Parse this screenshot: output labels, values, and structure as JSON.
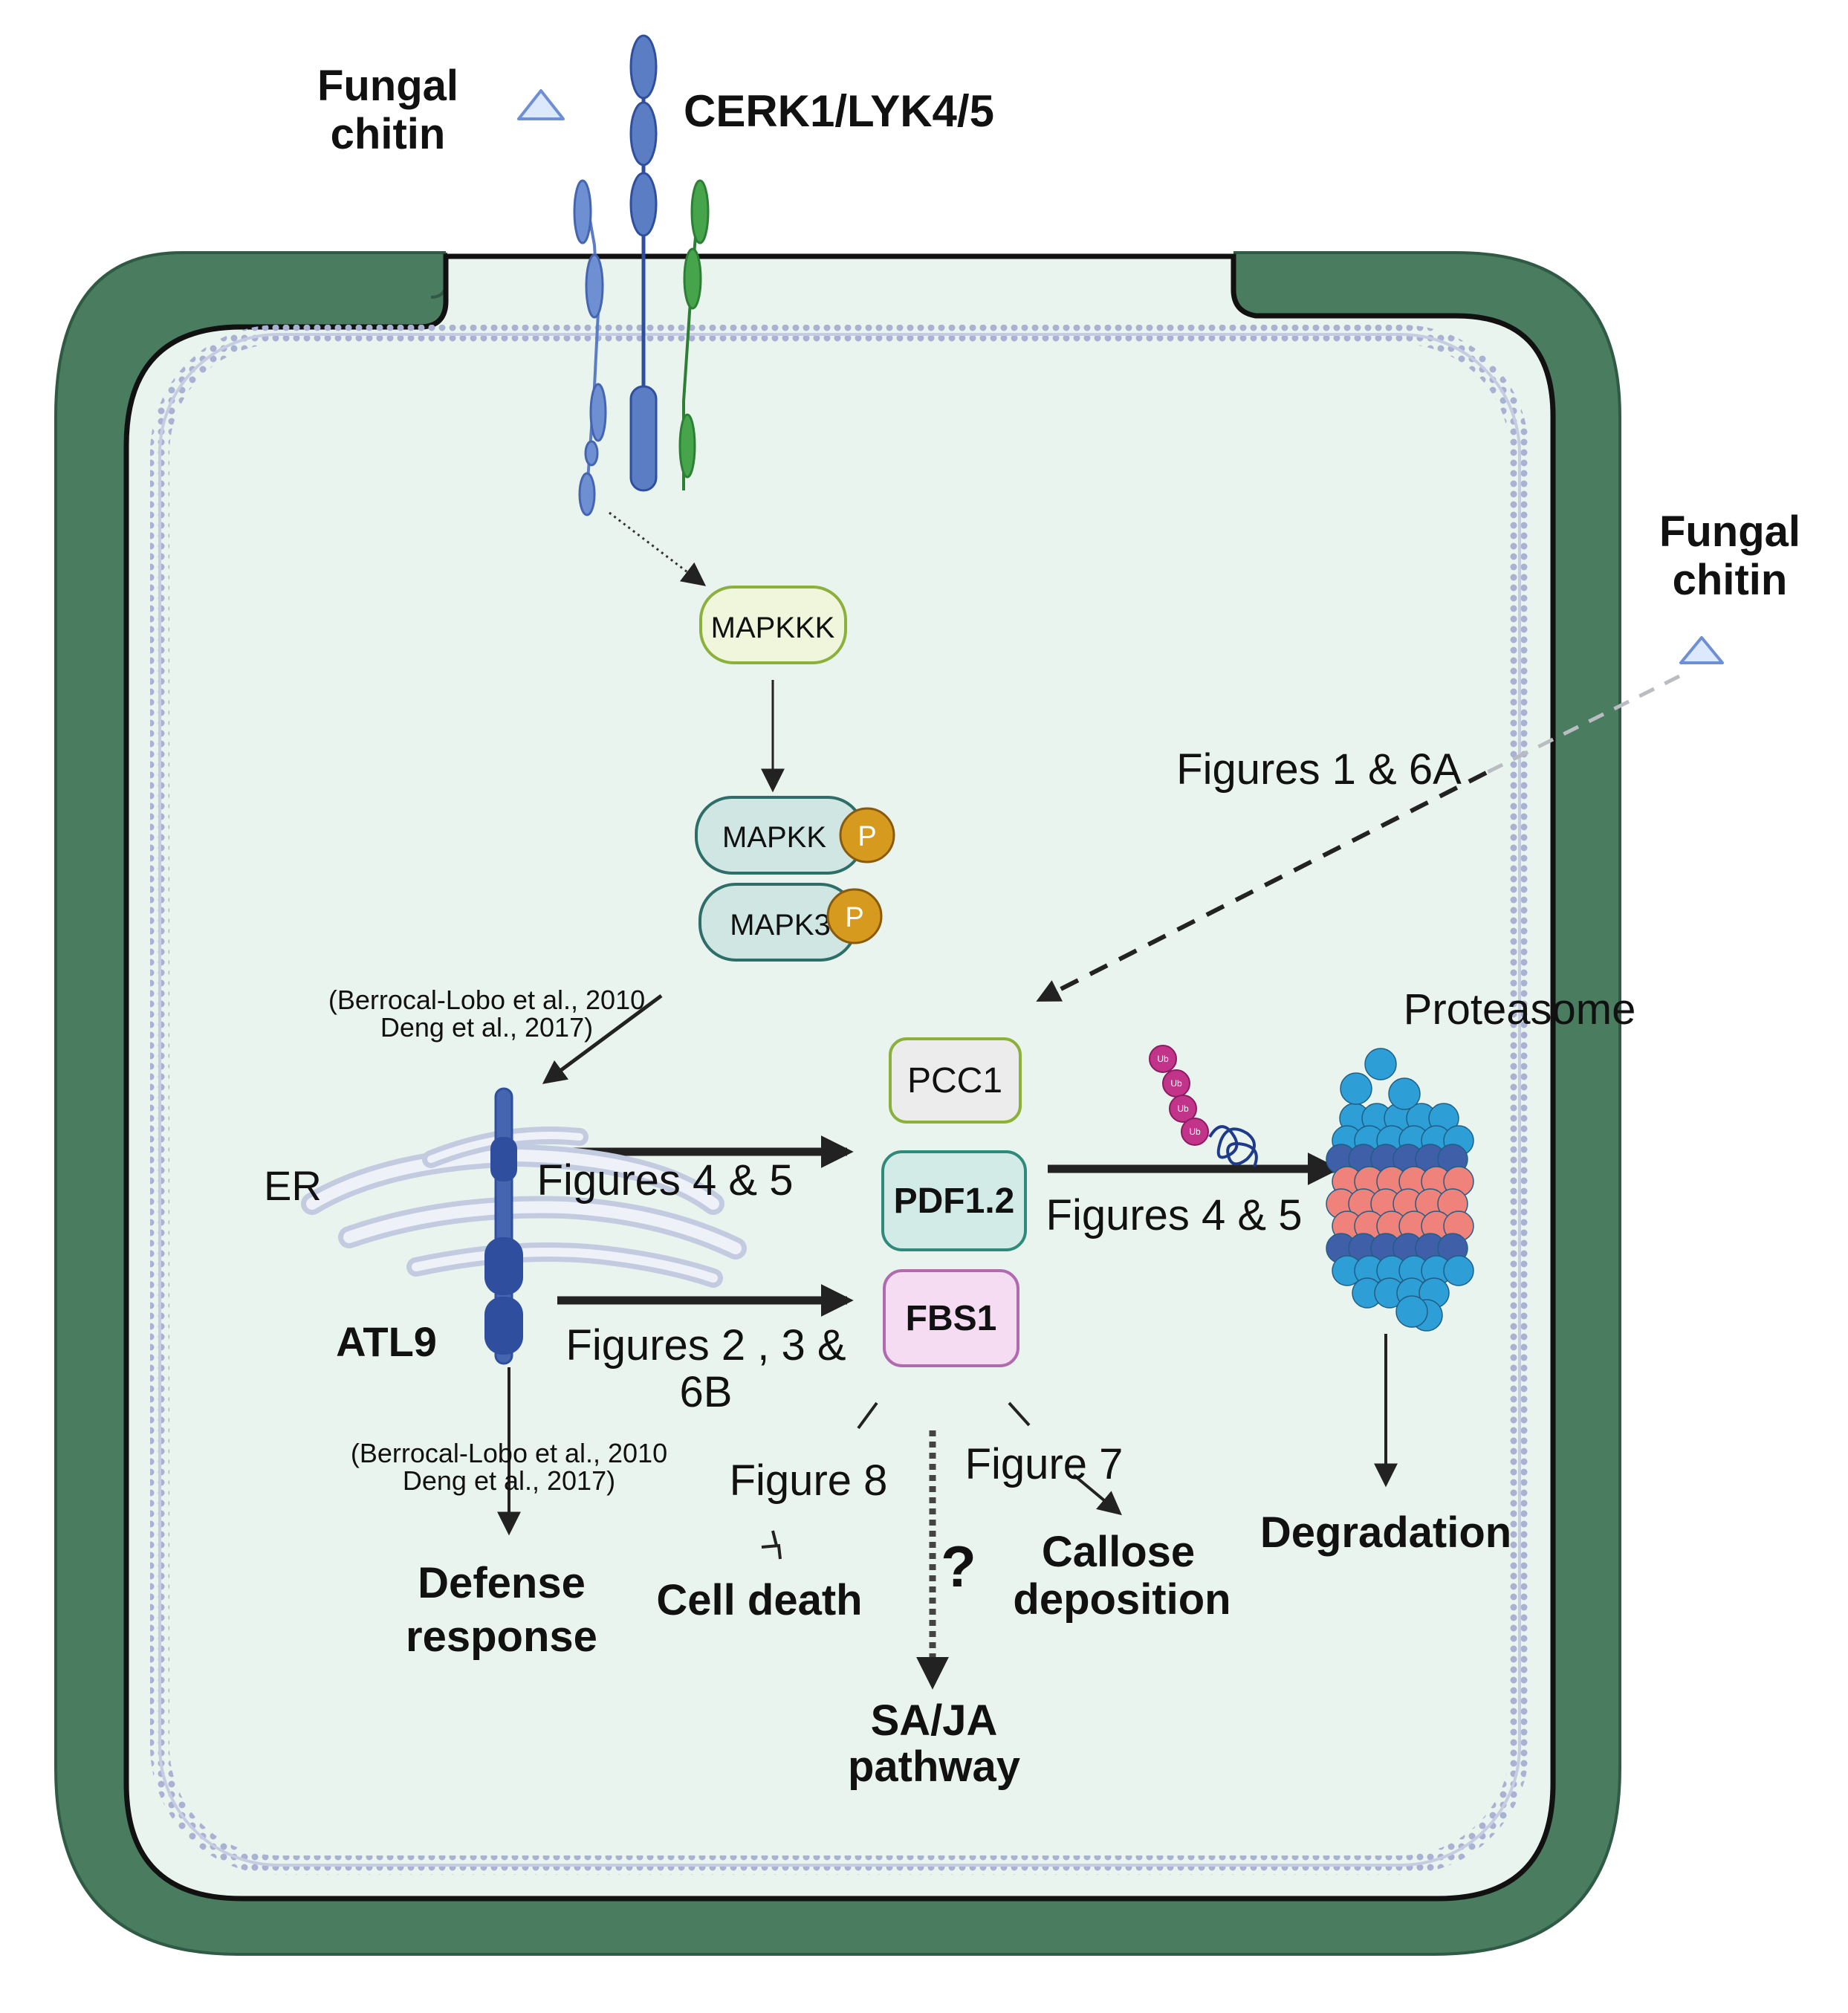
{
  "labels": {
    "fungal_chitin_top_line1": "Fungal",
    "fungal_chitin_top_line2": "chitin",
    "fungal_chitin_right_line1": "Fungal",
    "fungal_chitin_right_line2": "chitin",
    "receptor": "CERK1/LYK4/5",
    "mapkkk": "MAPKKK",
    "mapkk": "MAPKK",
    "mapk3": "MAPK3",
    "phospho": "P",
    "er": "ER",
    "atl9": "ATL9",
    "pcc1": "PCC1",
    "pdf12": "PDF1.2",
    "fbs1": "FBS1",
    "proteasome": "Proteasome",
    "ub": "Ub",
    "degradation": "Degradation",
    "defense_line1": "Defense",
    "defense_line2": "response",
    "cell_death": "Cell death",
    "callose_line1": "Callose",
    "callose_line2": "deposition",
    "sajap_line1": "SA/JA",
    "sajap_line2": "pathway",
    "question": "?"
  },
  "figure_refs": {
    "fig_1_6a": "Figures 1 & 6A",
    "fig_4_5_left": "Figures 4 & 5",
    "fig_4_5_right": "Figures 4 & 5",
    "fig_2_3_6b_line1": "Figures 2 , 3 &",
    "fig_2_3_6b_line2": "6B",
    "fig_8": "Figure 8",
    "fig_7": "Figure 7"
  },
  "citations": {
    "upper_line1": "(Berrocal-Lobo  et al., 2010",
    "upper_line2": "Deng et al., 2017)",
    "lower_line1": "(Berrocal-Lobo  et al., 2010",
    "lower_line2": "Deng et al., 2017)"
  },
  "colors": {
    "cell_wall": "#4a7c60",
    "cytoplasm": "#eaf4ee",
    "membrane": "#9aa6c8",
    "receptor_blue": "#5b7dc4",
    "receptor_green": "#46a44a",
    "atl9_blue": "#2f4f9e",
    "mapkkk_fill": "#f0f6dc",
    "mapkkk_stroke": "#8bb03c",
    "mapk_fill": "#cfe6e2",
    "mapk_stroke": "#2e6e68",
    "phospho": "#d69a1e",
    "pcc1_fill": "#ececec",
    "pcc1_stroke": "#8bb03c",
    "pdf12_fill": "#d3ebe6",
    "pdf12_stroke": "#2e8a7a",
    "fbs1_fill": "#f6dcf3",
    "fbs1_stroke": "#b06aae",
    "proteasome_blue": "#2e9ed6",
    "proteasome_dark": "#3f5fa8",
    "proteasome_pink": "#f0827c",
    "ubiquitin": "#c2338a",
    "er": "#d9dfec"
  }
}
